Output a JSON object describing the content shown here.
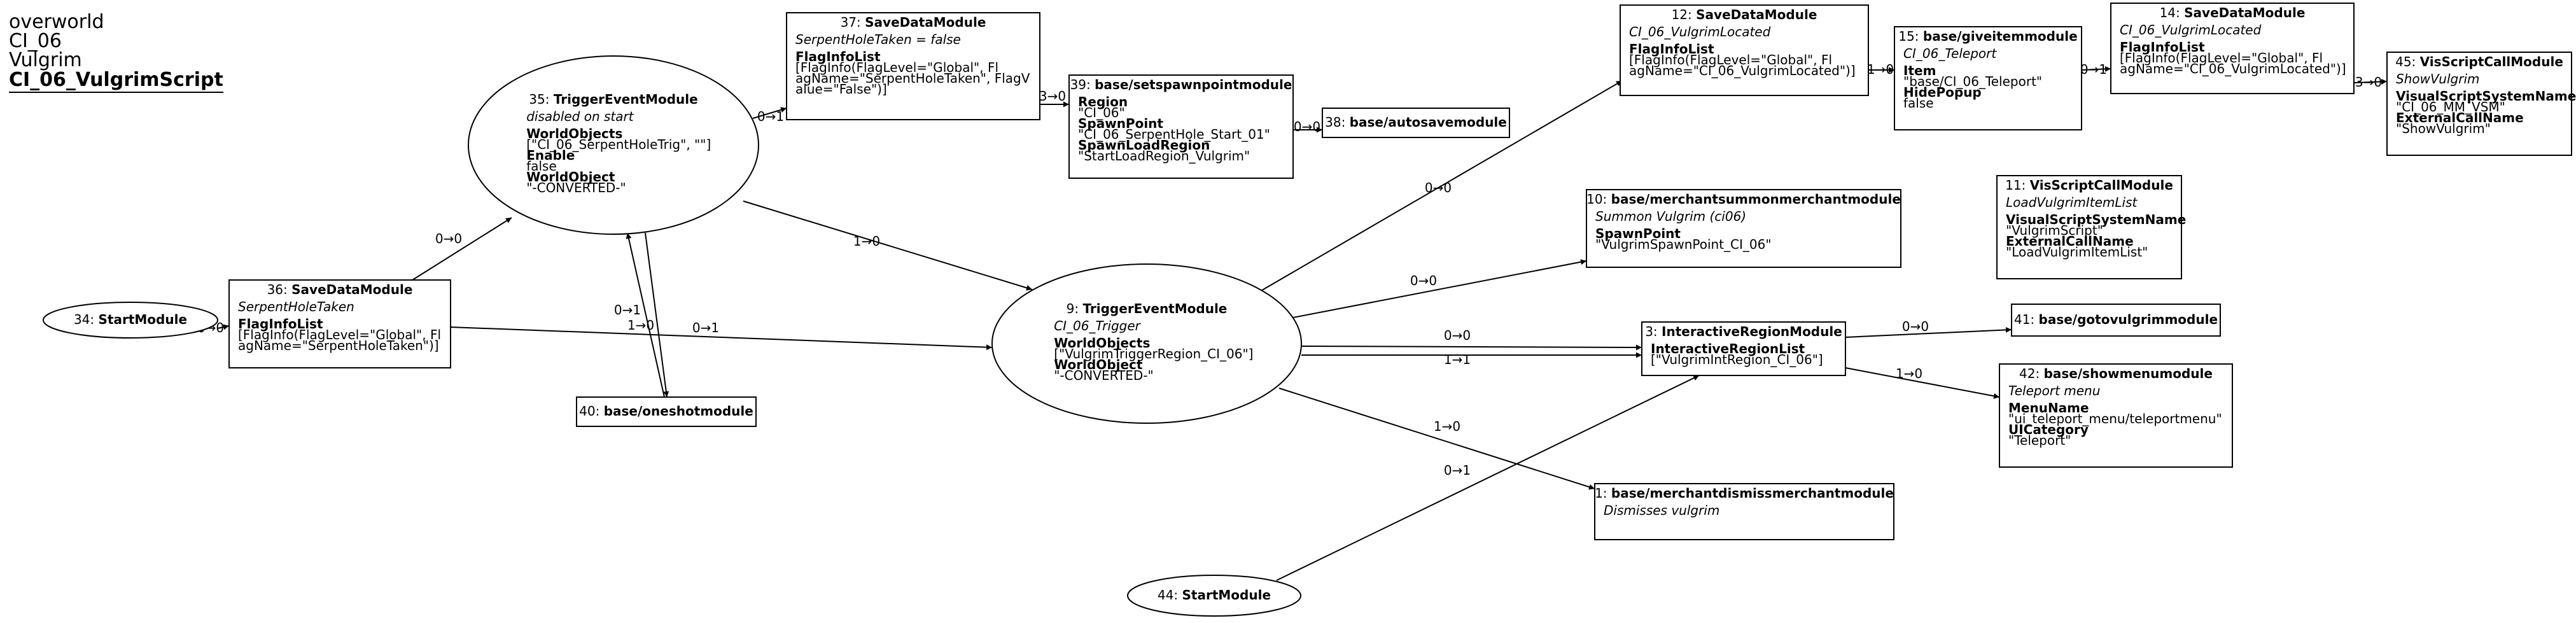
{
  "title": {
    "line1": "overworld",
    "line2": "CI_06",
    "line3": "Vulgrim",
    "line4": "CI_06_VulgrimScript"
  },
  "nodes": [
    {
      "id": "n34",
      "shape": "ellipse",
      "header_num": "34: ",
      "header_name": "StartModule",
      "subtitle": "",
      "body": []
    },
    {
      "id": "n36",
      "shape": "box",
      "header_num": "36: ",
      "header_name": "SaveDataModule",
      "subtitle": "SerpentHoleTaken",
      "body": [
        {
          "b": true,
          "t": "FlagInfoList"
        },
        {
          "b": false,
          "t": "    [FlagInfo(FlagLevel=\"Global\", Fl"
        },
        {
          "b": false,
          "t": "    agName=\"SerpentHoleTaken\")]"
        }
      ]
    },
    {
      "id": "n35",
      "shape": "ellipse",
      "header_num": "35: ",
      "header_name": "TriggerEventModule",
      "subtitle": "disabled on start",
      "body": [
        {
          "b": true,
          "t": "WorldObjects"
        },
        {
          "b": false,
          "t": "    [\"CI_06_SerpentHoleTrig\", \"\"]"
        },
        {
          "b": true,
          "t": "Enable"
        },
        {
          "b": false,
          "t": "    false"
        },
        {
          "b": true,
          "t": "WorldObject"
        },
        {
          "b": false,
          "t": "    \"-CONVERTED-\""
        }
      ]
    },
    {
      "id": "n40",
      "shape": "box",
      "header_num": "40: ",
      "header_name": "base/oneshotmodule",
      "subtitle": "",
      "body": []
    },
    {
      "id": "n37",
      "shape": "box",
      "header_num": "37: ",
      "header_name": "SaveDataModule",
      "subtitle": "SerpentHoleTaken = false",
      "body": [
        {
          "b": true,
          "t": "FlagInfoList"
        },
        {
          "b": false,
          "t": "    [FlagInfo(FlagLevel=\"Global\", Fl"
        },
        {
          "b": false,
          "t": "    agName=\"SerpentHoleTaken\", FlagV"
        },
        {
          "b": false,
          "t": "    alue=\"False\")]"
        }
      ]
    },
    {
      "id": "n39",
      "shape": "box",
      "header_num": "39: ",
      "header_name": "base/setspawnpointmodule",
      "subtitle": "",
      "body": [
        {
          "b": true,
          "t": "Region"
        },
        {
          "b": false,
          "t": "    \"CI_06\""
        },
        {
          "b": true,
          "t": "SpawnPoint"
        },
        {
          "b": false,
          "t": "    \"CI_06_SerpentHole_Start_01\""
        },
        {
          "b": true,
          "t": "SpawnLoadRegion"
        },
        {
          "b": false,
          "t": "    \"StartLoadRegion_Vulgrim\""
        }
      ]
    },
    {
      "id": "n38",
      "shape": "box",
      "header_num": "38: ",
      "header_name": "base/autosavemodule",
      "subtitle": "",
      "body": []
    },
    {
      "id": "n9",
      "shape": "ellipse",
      "header_num": "9: ",
      "header_name": "TriggerEventModule",
      "subtitle": "CI_06_Trigger",
      "body": [
        {
          "b": true,
          "t": "WorldObjects"
        },
        {
          "b": false,
          "t": "    [\"VulgrimTriggerRegion_CI_06\"]"
        },
        {
          "b": true,
          "t": "WorldObject"
        },
        {
          "b": false,
          "t": "    \"-CONVERTED-\""
        }
      ]
    },
    {
      "id": "n12",
      "shape": "box",
      "header_num": "12: ",
      "header_name": "SaveDataModule",
      "subtitle": "CI_06_VulgrimLocated",
      "body": [
        {
          "b": true,
          "t": "FlagInfoList"
        },
        {
          "b": false,
          "t": "    [FlagInfo(FlagLevel=\"Global\", Fl"
        },
        {
          "b": false,
          "t": "    agName=\"CI_06_VulgrimLocated\")]"
        }
      ]
    },
    {
      "id": "n15",
      "shape": "box",
      "header_num": "15: ",
      "header_name": "base/giveitemmodule",
      "subtitle": "CI_06_Teleport",
      "body": [
        {
          "b": true,
          "t": "Item"
        },
        {
          "b": false,
          "t": "    \"base/CI_06_Teleport\""
        },
        {
          "b": true,
          "t": "HidePopup"
        },
        {
          "b": false,
          "t": "    false"
        }
      ]
    },
    {
      "id": "n14",
      "shape": "box",
      "header_num": "14: ",
      "header_name": "SaveDataModule",
      "subtitle": "CI_06_VulgrimLocated",
      "body": [
        {
          "b": true,
          "t": "FlagInfoList"
        },
        {
          "b": false,
          "t": "    [FlagInfo(FlagLevel=\"Global\", Fl"
        },
        {
          "b": false,
          "t": "    agName=\"CI_06_VulgrimLocated\")]"
        }
      ]
    },
    {
      "id": "n45",
      "shape": "box",
      "header_num": "45: ",
      "header_name": "VisScriptCallModule",
      "subtitle": "ShowVulgrim",
      "body": [
        {
          "b": true,
          "t": "VisualScriptSystemName"
        },
        {
          "b": false,
          "t": "    \"CI_06_MM_VSM\""
        },
        {
          "b": true,
          "t": "ExternalCallName"
        },
        {
          "b": false,
          "t": "    \"ShowVulgrim\""
        }
      ]
    },
    {
      "id": "n10",
      "shape": "box",
      "header_num": "10: ",
      "header_name": "base/merchantsummonmerchantmodule",
      "subtitle": "Summon Vulgrim (ci06)",
      "body": [
        {
          "b": true,
          "t": "SpawnPoint"
        },
        {
          "b": false,
          "t": "    \"VulgrimSpawnPoint_CI_06\""
        }
      ]
    },
    {
      "id": "n11",
      "shape": "box",
      "header_num": "11: ",
      "header_name": "VisScriptCallModule",
      "subtitle": "LoadVulgrimItemList",
      "body": [
        {
          "b": true,
          "t": "VisualScriptSystemName"
        },
        {
          "b": false,
          "t": "    \"VulgrimScript\""
        },
        {
          "b": true,
          "t": "ExternalCallName"
        },
        {
          "b": false,
          "t": "    \"LoadVulgrimItemList\""
        }
      ]
    },
    {
      "id": "n3",
      "shape": "box",
      "header_num": "3: ",
      "header_name": "InteractiveRegionModule",
      "subtitle": "",
      "body": [
        {
          "b": true,
          "t": "InteractiveRegionList"
        },
        {
          "b": false,
          "t": "    [\"VulgrimIntRegion_CI_06\"]"
        }
      ]
    },
    {
      "id": "n41",
      "shape": "box",
      "header_num": "41: ",
      "header_name": "base/gotovulgrimmodule",
      "subtitle": "",
      "body": []
    },
    {
      "id": "n42",
      "shape": "box",
      "header_num": "42: ",
      "header_name": "base/showmenumodule",
      "subtitle": "Teleport menu",
      "body": [
        {
          "b": true,
          "t": "MenuName"
        },
        {
          "b": false,
          "t": "    \"ui_teleport_menu/teleportmenu\""
        },
        {
          "b": true,
          "t": "UICategory"
        },
        {
          "b": false,
          "t": "    \"Teleport\""
        }
      ]
    },
    {
      "id": "n1",
      "shape": "box",
      "header_num": "1: ",
      "header_name": "base/merchantdismissmerchantmodule",
      "subtitle": "Dismisses vulgrim",
      "body": []
    },
    {
      "id": "n44",
      "shape": "ellipse",
      "header_num": "44: ",
      "header_name": "StartModule",
      "subtitle": "",
      "body": []
    }
  ],
  "edges": [
    {
      "id": "e34-36",
      "label": "0→0"
    },
    {
      "id": "e36-35",
      "label": "0→0"
    },
    {
      "id": "e36-9",
      "label": "0→1"
    },
    {
      "id": "e35-37",
      "label": "0→1"
    },
    {
      "id": "e35-9",
      "label": "1→0"
    },
    {
      "id": "e35-40",
      "label": "0→1"
    },
    {
      "id": "e40-35",
      "label": "1→0"
    },
    {
      "id": "e37-39",
      "label": "3→0"
    },
    {
      "id": "e39-38",
      "label": "0→0"
    },
    {
      "id": "e9-12",
      "label": "0→0"
    },
    {
      "id": "e9-10",
      "label": "0→0"
    },
    {
      "id": "e9-3a",
      "label": "0→0"
    },
    {
      "id": "e9-3b",
      "label": "1→1"
    },
    {
      "id": "e9-1",
      "label": "1→0"
    },
    {
      "id": "e12-15",
      "label": "1→0"
    },
    {
      "id": "e15-14",
      "label": "0→1"
    },
    {
      "id": "e14-45",
      "label": "3→0"
    },
    {
      "id": "e3-41",
      "label": "0→0"
    },
    {
      "id": "e3-42",
      "label": "1→0"
    },
    {
      "id": "e44-3",
      "label": "0→1"
    }
  ]
}
